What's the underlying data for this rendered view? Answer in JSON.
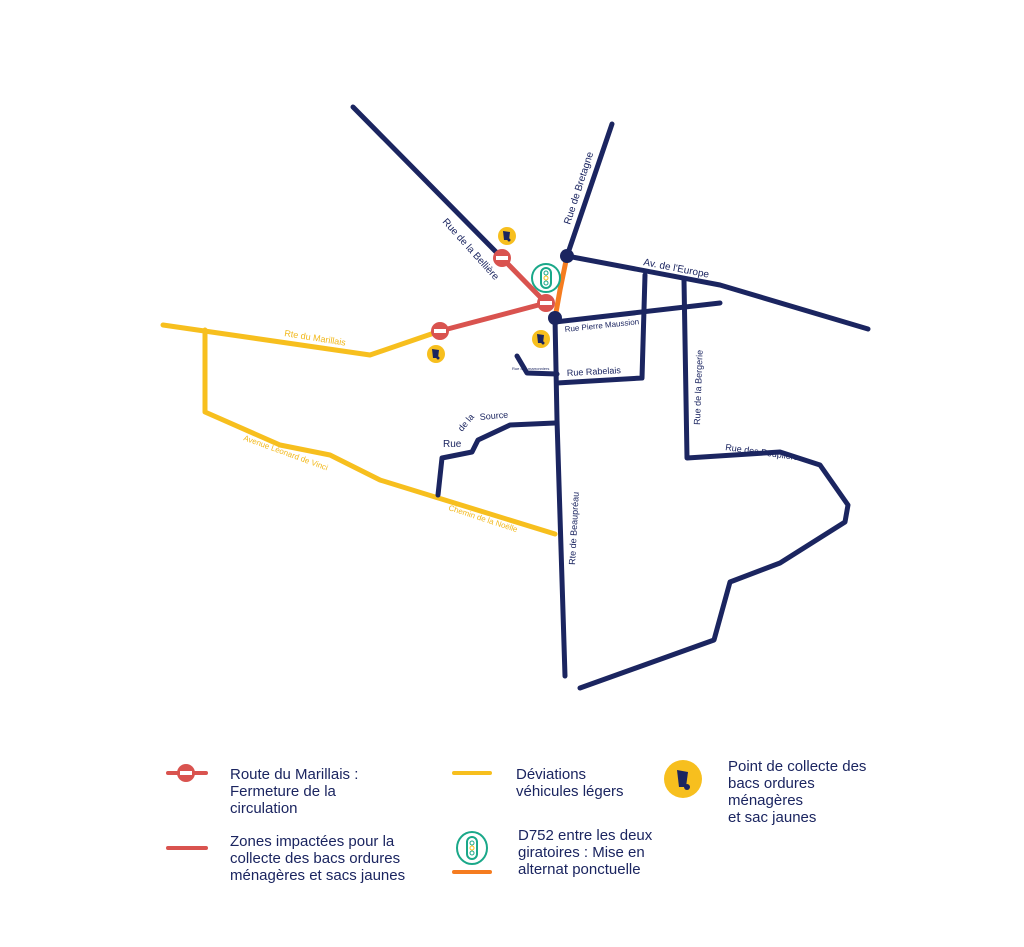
{
  "colors": {
    "road": "#1b2560",
    "deviation": "#f7bf1e",
    "closed": "#d9534f",
    "alternating": "#f57c20",
    "traffic_light": "#1aa889",
    "collection": "#f7bf1e"
  },
  "streets": {
    "belliere": "Rue de la Bellière",
    "bretagne": "Rue de Bretagne",
    "europe": "Av. de l'Europe",
    "maussion": "Rue Pierre Maussion",
    "rabelais": "Rue Rabelais",
    "marronniers": "Rue des marronniers",
    "bergerie": "Rue de la Bergerie",
    "peupliers": "Rue des Peupliers",
    "source_rue": "Rue",
    "source_de": "de la",
    "source": "Source",
    "beaupreau": "Rte de Beaupréau",
    "marillais": "Rte du Marillais",
    "vinci": "Avenue Léonard de Vinci",
    "noelle": "Chemin de la Noëlle"
  },
  "legend": {
    "closure": "Route du Marillais :\nFermeture de la\ncirculation",
    "zones": "Zones impactées pour la\ncollecte des bacs ordures\nménagères et sacs jaunes",
    "deviation": "Déviations\nvéhicules légers",
    "alternating": "D752 entre les deux\ngiratoires :  Mise en\nalternat ponctuelle",
    "collection": "Point de collecte des\nbacs ordures\nménagères\net sac jaunes"
  }
}
